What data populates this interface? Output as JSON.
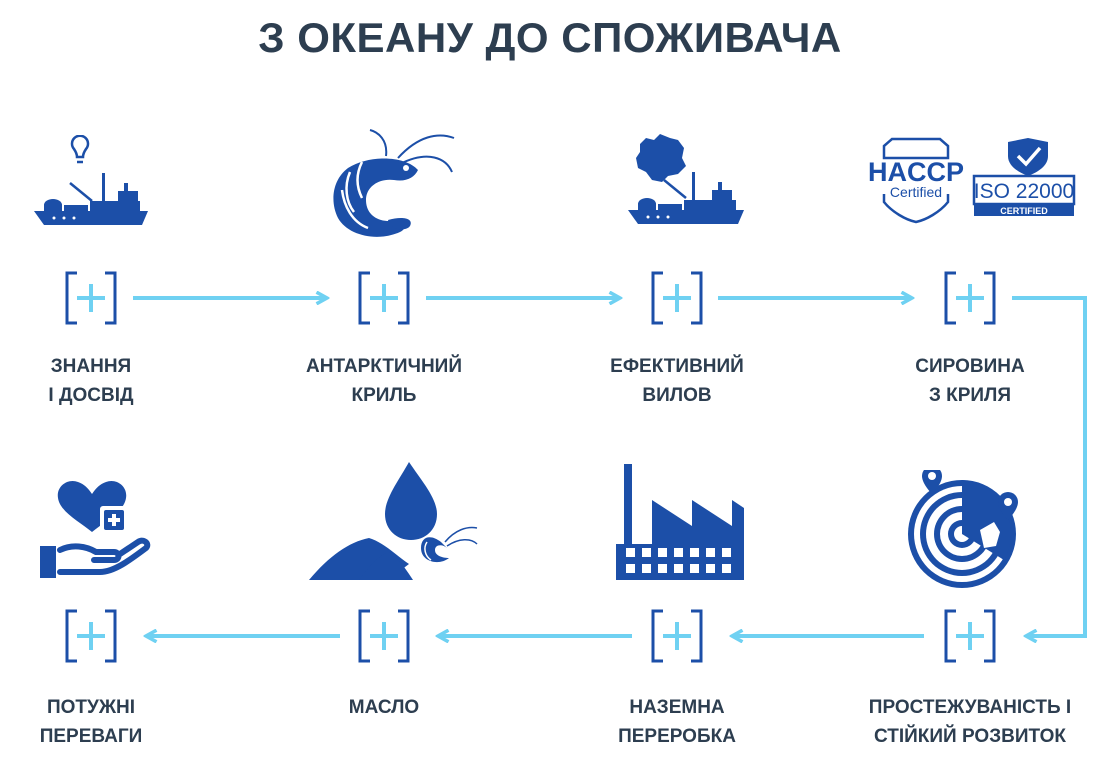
{
  "title": "З ОКЕАНУ ДО СПОЖИВАЧА",
  "colors": {
    "text": "#2d3e50",
    "icon": "#1c4fa8",
    "accent": "#6fd1f2"
  },
  "top_row": [
    {
      "lines": [
        "ЗНАННЯ",
        "І ДОСВІД"
      ],
      "icon": "ship-lightbulb-icon"
    },
    {
      "lines": [
        "АНТАРКТИЧНИЙ",
        "КРИЛЬ"
      ],
      "icon": "krill-icon"
    },
    {
      "lines": [
        "ЕФЕКТИВНИЙ",
        "ВИЛОВ"
      ],
      "icon": "ship-antarctica-icon"
    },
    {
      "lines": [
        "СИРОВИНА",
        "З КРИЛЯ"
      ],
      "icon": "certification-badges-icon"
    }
  ],
  "bottom_row": [
    {
      "lines": [
        "ПОТУЖНІ",
        "ПЕРЕВАГИ"
      ],
      "icon": "hand-heart-icon"
    },
    {
      "lines": [
        "МАСЛО"
      ],
      "icon": "oil-drop-icon"
    },
    {
      "lines": [
        "НАЗЕМНА",
        "ПЕРЕРОБКА"
      ],
      "icon": "factory-icon"
    },
    {
      "lines": [
        "ПРОСТЕЖУВАНІСТЬ І",
        "СТІЙКИЙ РОЗВИТОК"
      ],
      "icon": "radar-icon"
    }
  ],
  "badges": {
    "haccp": "HACCP",
    "haccp_sub": "Certified",
    "iso": "ISO 22000",
    "iso_sub": "CERTIFIED"
  }
}
